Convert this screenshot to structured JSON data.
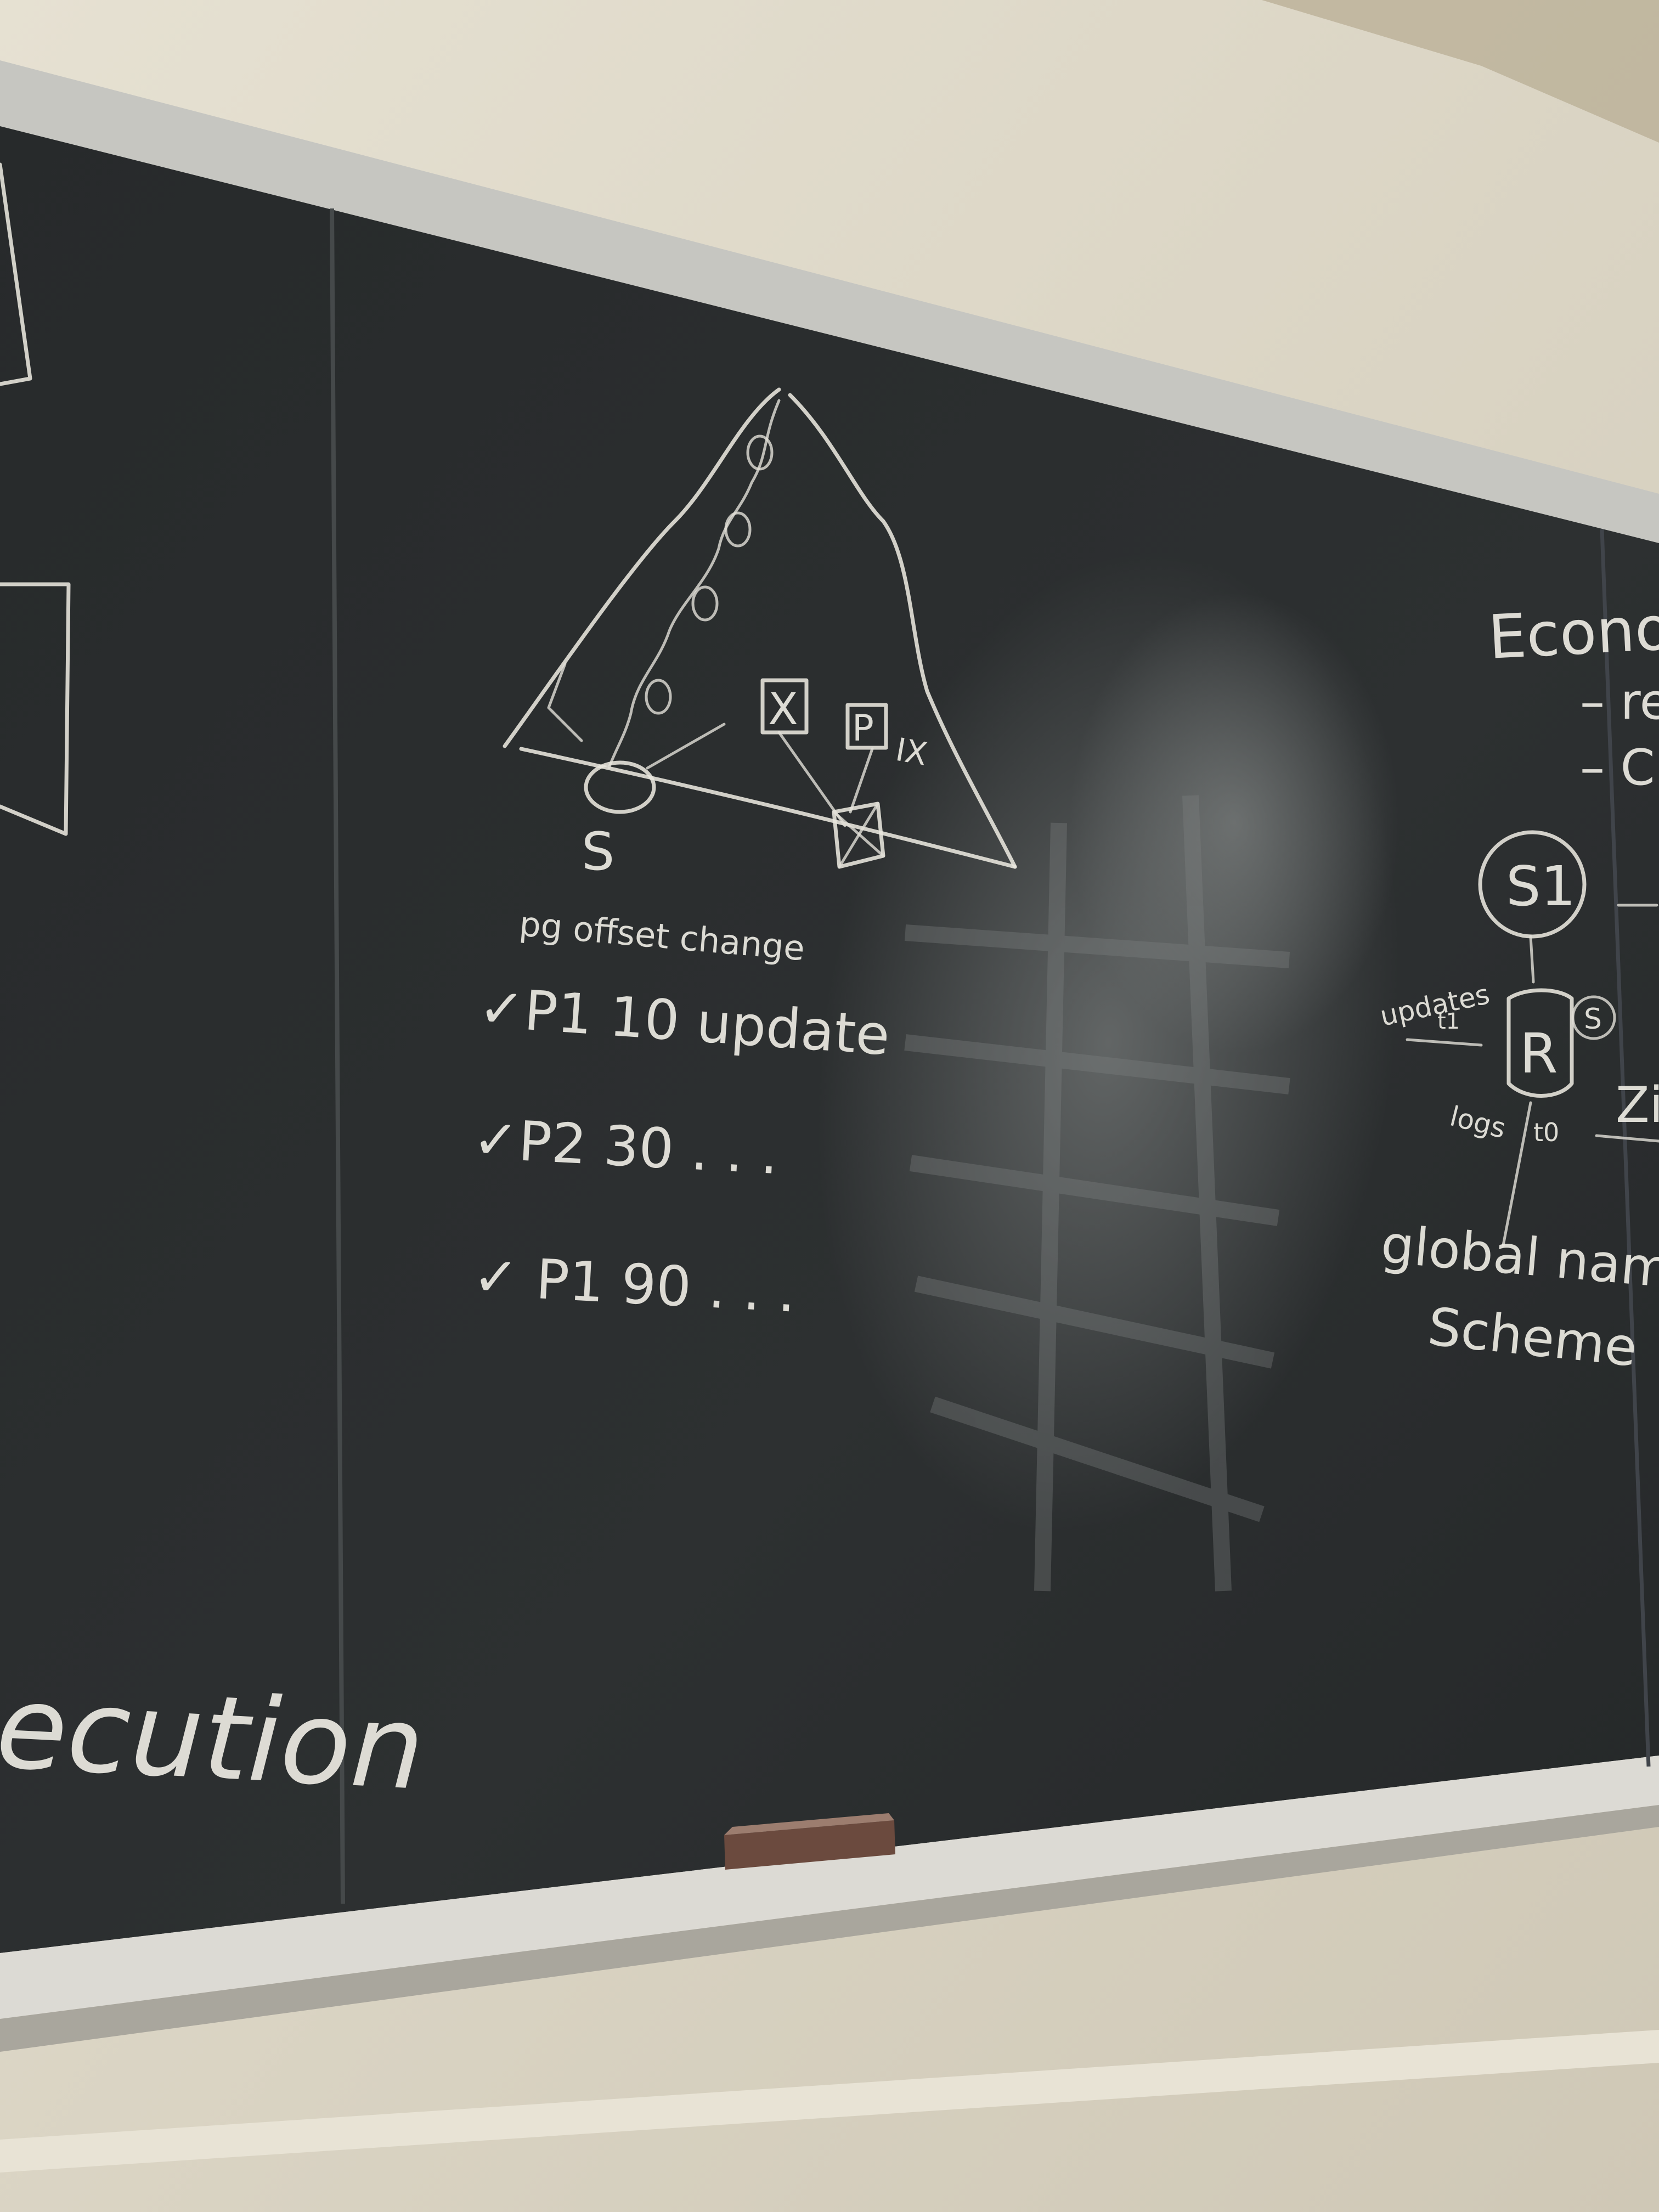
{
  "scene": {
    "description_colors": {
      "wall": "#d9d3c2",
      "board": "#2b2e2f",
      "frame": "#c9c9c4",
      "chalk": "#eceae2"
    }
  },
  "board": {
    "left_word": "ecution",
    "diagram": {
      "s_label": "S",
      "x_box": "X",
      "p_box": "P",
      "ix_label": "IX"
    },
    "table": {
      "header": "pg offset change",
      "rows": [
        "✓P1 10 update",
        "✓P2 30 . . .",
        "✓ P1 90 . . ."
      ]
    },
    "right": {
      "title": "Economi",
      "bullet1": "– re",
      "bullet2": "– C",
      "node_s1": "S1",
      "node_r": "R",
      "node_s": "S",
      "updates": "updates",
      "t1": "t1",
      "logs": "logs",
      "t0": "t0",
      "zi": "Zi",
      "global_naming": "global naming",
      "scheme": "Scheme"
    }
  }
}
